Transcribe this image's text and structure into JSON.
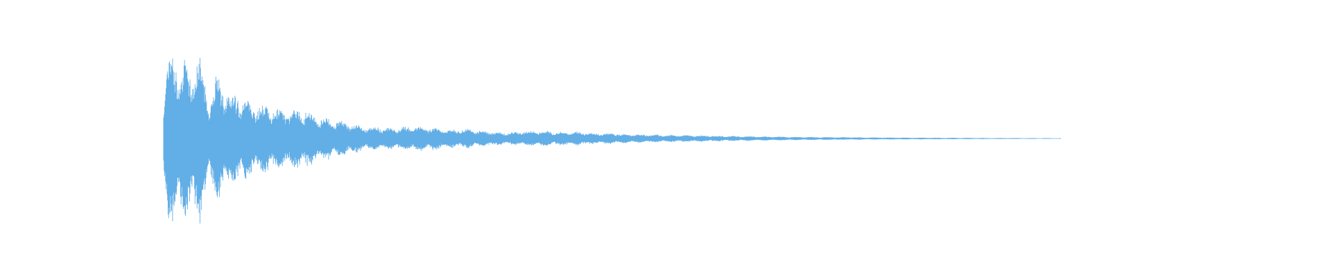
{
  "chart_data": {
    "type": "area",
    "title": "",
    "xlabel": "",
    "ylabel": "",
    "grid": false,
    "axes_visible": false,
    "ylim": [
      -1.0,
      1.0
    ],
    "xlim": [
      0,
      1
    ],
    "series": [
      {
        "color": "#62aee6",
        "envelope": {
          "t": [
            0.0,
            0.005,
            0.01,
            0.02,
            0.03,
            0.04,
            0.05,
            0.06,
            0.07,
            0.08,
            0.09,
            0.1,
            0.12,
            0.14,
            0.16,
            0.18,
            0.2,
            0.22,
            0.24,
            0.26,
            0.28,
            0.3,
            0.32,
            0.34,
            0.36,
            0.38,
            0.4,
            0.42,
            0.44,
            0.46,
            0.48,
            0.5,
            0.52,
            0.54,
            0.56,
            0.58,
            0.6,
            0.62,
            0.64,
            0.66,
            0.68,
            0.7,
            0.72,
            0.74,
            0.76,
            0.78,
            0.8,
            0.82,
            0.84,
            0.86,
            0.88,
            0.9,
            0.92,
            0.94,
            0.96,
            0.98,
            1.0
          ],
          "amplitude": [
            0.45,
            0.98,
            0.93,
            0.88,
            0.8,
            0.96,
            0.45,
            0.72,
            0.55,
            0.5,
            0.48,
            0.4,
            0.36,
            0.33,
            0.32,
            0.23,
            0.2,
            0.14,
            0.13,
            0.12,
            0.14,
            0.13,
            0.1,
            0.11,
            0.08,
            0.07,
            0.08,
            0.09,
            0.07,
            0.08,
            0.06,
            0.06,
            0.05,
            0.045,
            0.04,
            0.04,
            0.035,
            0.03,
            0.028,
            0.025,
            0.022,
            0.02,
            0.018,
            0.016,
            0.015,
            0.013,
            0.012,
            0.011,
            0.01,
            0.009,
            0.008,
            0.007,
            0.006,
            0.006,
            0.005,
            0.005,
            0.004
          ]
        }
      }
    ]
  }
}
